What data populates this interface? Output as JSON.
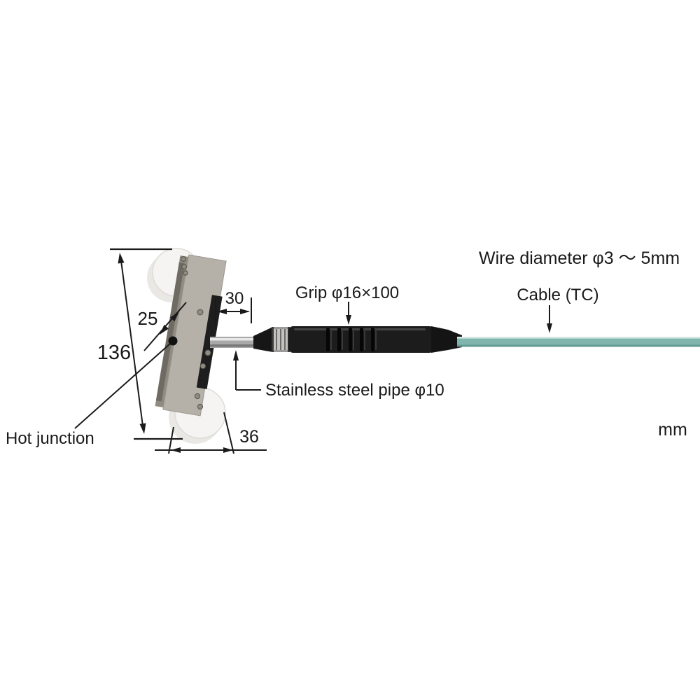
{
  "page": {
    "background": "#ffffff",
    "unit_label": "mm"
  },
  "labels": {
    "wire_diameter": "Wire diameter φ3 ～ 5mm",
    "cable": "Cable (TC)",
    "grip": "Grip φ16×100",
    "stainless_pipe": "Stainless steel pipe φ10",
    "hot_junction": "Hot junction"
  },
  "dimensions": {
    "head_length_mm": "136",
    "head_width_mm": "25",
    "pipe_exposed_length_mm": "30",
    "head_depth_mm": "36"
  },
  "colors": {
    "annotation_line": "#1a1a1a",
    "cable": "#7fb5ac",
    "cable_highlight": "#d8e8e4",
    "plate": "#b5b1a8",
    "plate_side": "#8f8b81",
    "roller": "#f5f4f2",
    "grip_body": "#1c1c1c",
    "grip_band": "#c4c2bd",
    "pipe": "#a9a9a9"
  }
}
